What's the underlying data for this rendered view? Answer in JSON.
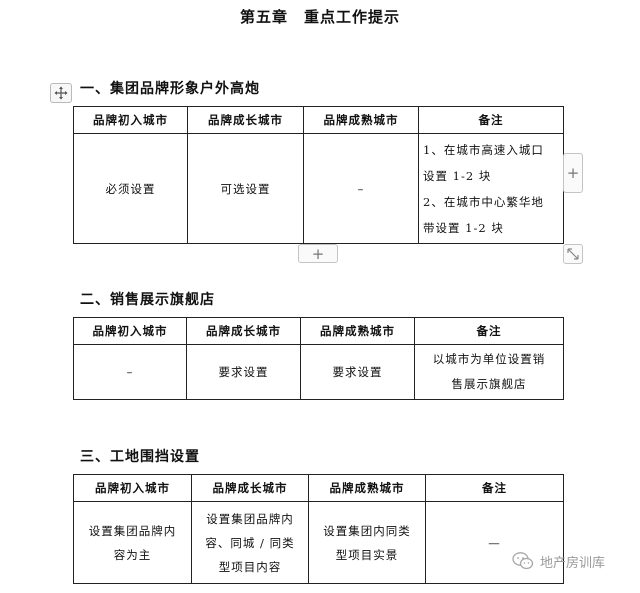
{
  "doc": {
    "title": "第五章　重点工作提示"
  },
  "sections": [
    {
      "heading": "一、集团品牌形象户外高炮",
      "headers": [
        "品牌初入城市",
        "品牌成长城市",
        "品牌成熟城市",
        "备注"
      ],
      "row": [
        "必须设置",
        "可选设置",
        "–"
      ],
      "note_lines": [
        "1、在城市高速入城口",
        "设置 1-2 块",
        "2、在城市中心繁华地",
        "带设置 1-2 块"
      ]
    },
    {
      "heading": "二、销售展示旗舰店",
      "headers": [
        "品牌初入城市",
        "品牌成长城市",
        "品牌成熟城市",
        "备注"
      ],
      "row": [
        "–",
        "要求设置",
        "要求设置"
      ],
      "note_lines": [
        "以城市为单位设置销",
        "售展示旗舰店"
      ]
    },
    {
      "heading": "三、工地围挡设置",
      "headers": [
        "品牌初入城市",
        "品牌成长城市",
        "品牌成熟城市",
        "备注"
      ],
      "row_lines": [
        [
          "设置集团品牌内",
          "容为主"
        ],
        [
          "设置集团品牌内",
          "容、同城 / 同类",
          "型项目内容"
        ],
        [
          "设置集团内同类",
          "型项目实景"
        ],
        [
          "—"
        ]
      ]
    }
  ],
  "controls": {
    "add_symbol": "+"
  },
  "watermark": {
    "text": "地产房训库"
  }
}
